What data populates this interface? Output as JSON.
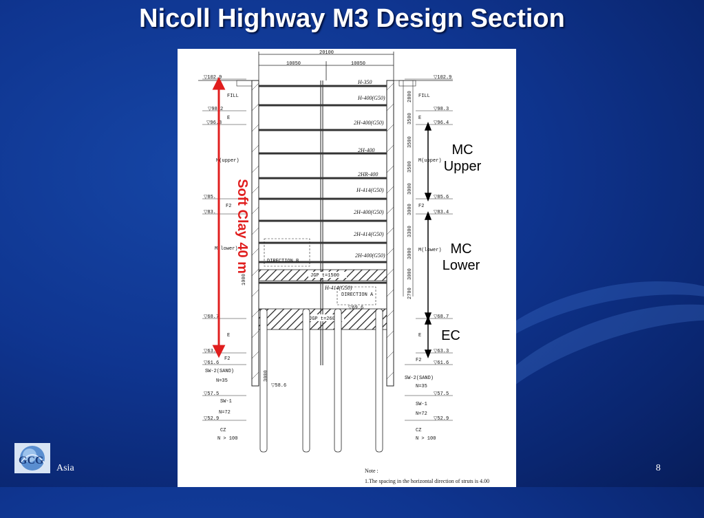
{
  "slide": {
    "title": "Nicoll Highway M3 Design Section",
    "footer_label": "Asia",
    "page_number": "8"
  },
  "annotations": {
    "soft_clay": "Soft Clay 40 m",
    "mc_upper_1": "MC",
    "mc_upper_2": "Upper",
    "mc_lower_1": "MC",
    "mc_lower_2": "Lower",
    "ec": "EC"
  },
  "drawing": {
    "total_width": "20100",
    "half_width_left": "10050",
    "half_width_right": "10050",
    "strut_labels": [
      "H-350",
      "H-400(G50)",
      "2H-400(G50)",
      "2H-400",
      "2HR-400",
      "H-414(G50)",
      "2H-400(G50)",
      "2H-414(G50)",
      "2H-400(G50)",
      "H-414(G50)"
    ],
    "spacings": [
      "2800",
      "3500",
      "3500",
      "3500",
      "3000",
      "3000",
      "3300",
      "3000",
      "3000",
      "2700"
    ],
    "levels_left": [
      "▽102.9",
      "▽98.2",
      "▽96.3",
      "▽85.",
      "▽83.",
      "▽68.7",
      "▽63.",
      "▽61.6",
      "▽57.5",
      "▽52.9"
    ],
    "levels_right": [
      "▽102.9",
      "▽98.3",
      "▽96.4",
      "▽85.6",
      "▽83.4",
      "▽68.7",
      "▽63.3",
      "▽61.6",
      "▽57.5",
      "▽52.9"
    ],
    "soil_left": [
      "FILL",
      "E",
      "M(upper)",
      "F2",
      "M(lower)",
      "E",
      "F2",
      "SW-2(SAND)",
      "N=35",
      "SW-1",
      "N=72",
      "CZ",
      "N > 100"
    ],
    "soil_right": [
      "FILL",
      "E",
      "M(upper)",
      "F2",
      "M(lower)",
      "E",
      "F2",
      "SW-2(SAND)",
      "N=35",
      "SW-1",
      "N=72",
      "CZ",
      "N > 100"
    ],
    "jet_grout_upper": "JGP t=1500",
    "jet_grout_lower": "JGP t=2600",
    "direction_b": "DIRECTION B",
    "direction_a": "DIRECTION A",
    "level_inner": "▽69.6",
    "dim_1000": "1000",
    "dim_3000": "3000",
    "level_58": "▽58.6",
    "note_title": "Note :",
    "note_text": "1.The spacing in the horizontal direction of struts is 4.00"
  },
  "colors": {
    "background": "#0f3590",
    "title": "#ffffff",
    "soft_clay_arrow": "#e01e1e"
  }
}
